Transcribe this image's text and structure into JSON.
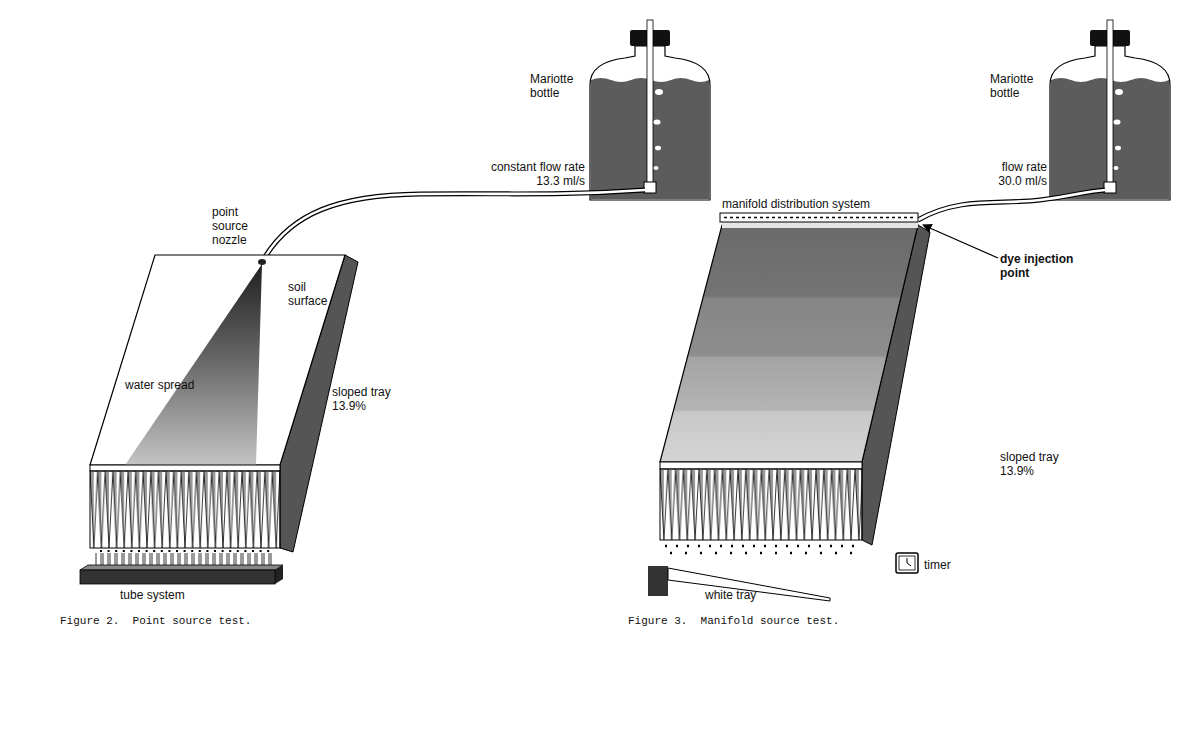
{
  "diagram": {
    "labels": [
      "Mariotte bottle",
      "constant flow rate 13.3 ml/s",
      "point source nozzle",
      "soil surface",
      "water spread",
      "sloped tray 13.9%",
      "tube system",
      "Figure 2.  Point source test.",
      "Mariotte bottle",
      "flow rate 30.0 ml/s",
      "manifold distribution system",
      "dye injection point",
      "sloped tray 13.9%",
      "white tray",
      "timer",
      "Figure 3.  Manifold source test."
    ]
  }
}
